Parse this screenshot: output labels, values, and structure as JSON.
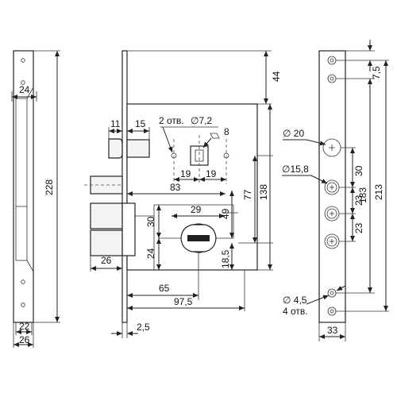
{
  "drawing": {
    "left_plate": {
      "width_top": "24",
      "height": "228",
      "width_bottom_1": "22",
      "width_bottom_2": "26"
    },
    "body": {
      "top_offset": "44",
      "dim_11": "11",
      "dim_15": "15",
      "holes_label": "2 отв.",
      "holes_diameter": "∅7,2",
      "square_8": "8",
      "spacing_19_left": "19",
      "spacing_19_right": "19",
      "dim_83": "83",
      "dim_77": "77",
      "dim_138": "138",
      "dim_29": "29",
      "dim_30": "30",
      "dim_49": "49",
      "dim_24": "24",
      "dim_18_5": "18,5",
      "dim_26": "26",
      "dim_65": "65",
      "dim_97_5": "97,5",
      "dim_2_5": "2,5"
    },
    "faceplate": {
      "diam_20": "∅ 20",
      "diam_15_8": "∅15,8",
      "dim_30": "30",
      "dim_23_top": "23",
      "dim_23_bottom": "23",
      "dim_183": "183",
      "dim_213": "213",
      "dim_7_5": "7,5",
      "screw_diam": "∅ 4,5",
      "screw_count": "4 отв.",
      "width": "33"
    }
  }
}
